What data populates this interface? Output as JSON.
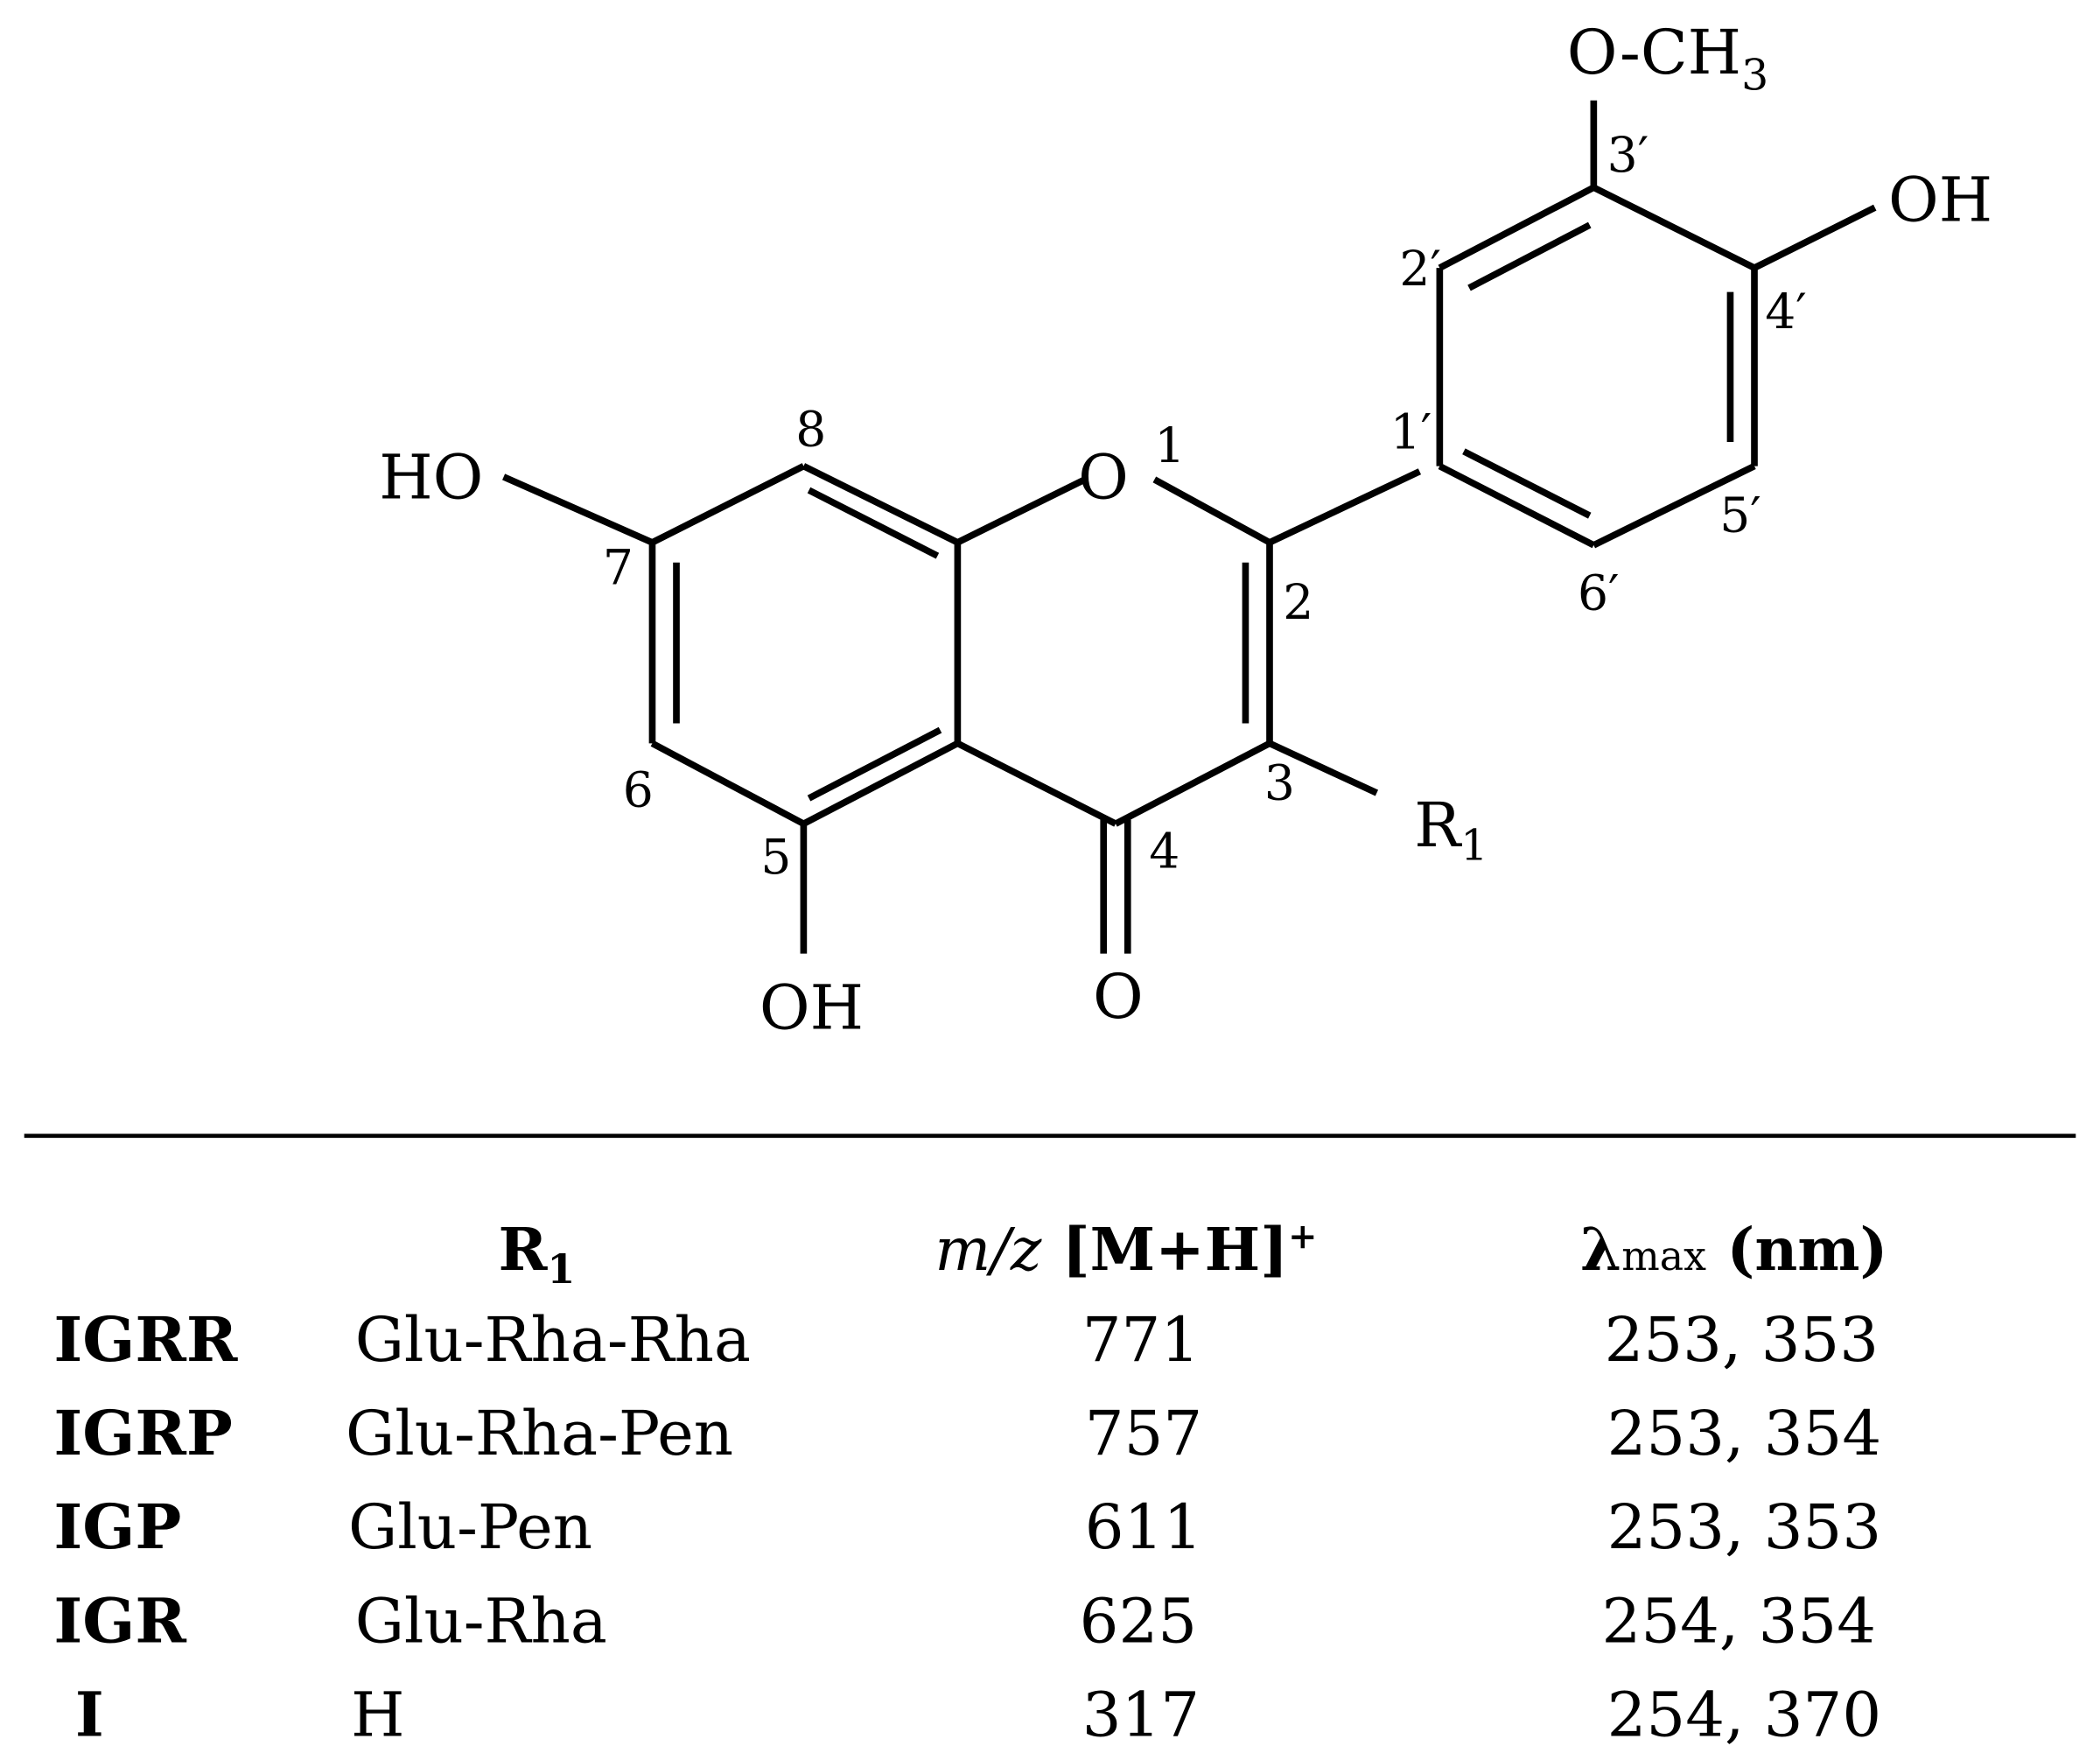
{
  "structure": {
    "atoms": {
      "ho7": "HO",
      "o1": "O",
      "o_carbonyl": "O",
      "oh5": "OH",
      "oh4p": "OH",
      "methoxy_o": "O-CH",
      "methoxy_sub": "3",
      "r1": "R",
      "r1_sub": "1"
    },
    "positions": {
      "p1": "1",
      "p2": "2",
      "p3": "3",
      "p4": "4",
      "p5": "5",
      "p6": "6",
      "p7": "7",
      "p8": "8",
      "p1p": "1′",
      "p2p": "2′",
      "p3p": "3′",
      "p4p": "4′",
      "p5p": "5′",
      "p6p": "6′"
    }
  },
  "table": {
    "headers": {
      "r1": "R",
      "r1_sub": "1",
      "mz_italic": "m/z",
      "mz_rest": " [M+H]",
      "mz_sup": "+",
      "lambda": "λ",
      "lambda_sub": "max",
      "lambda_unit": " (nm)"
    },
    "rows": [
      {
        "compound": "IGRR",
        "r1": "Glu-Rha-Rha",
        "mz": "771",
        "lambda_max": "253, 353"
      },
      {
        "compound": "IGRP",
        "r1": "Glu-Rha-Pen",
        "mz": "757",
        "lambda_max": "253, 354"
      },
      {
        "compound": "IGP",
        "r1": "Glu-Pen",
        "mz": "611",
        "lambda_max": "253, 353"
      },
      {
        "compound": "IGR",
        "r1": "Glu-Rha",
        "mz": "625",
        "lambda_max": "254, 354"
      },
      {
        "compound": "I",
        "r1": "H",
        "mz": "317",
        "lambda_max": "254, 370"
      }
    ]
  }
}
